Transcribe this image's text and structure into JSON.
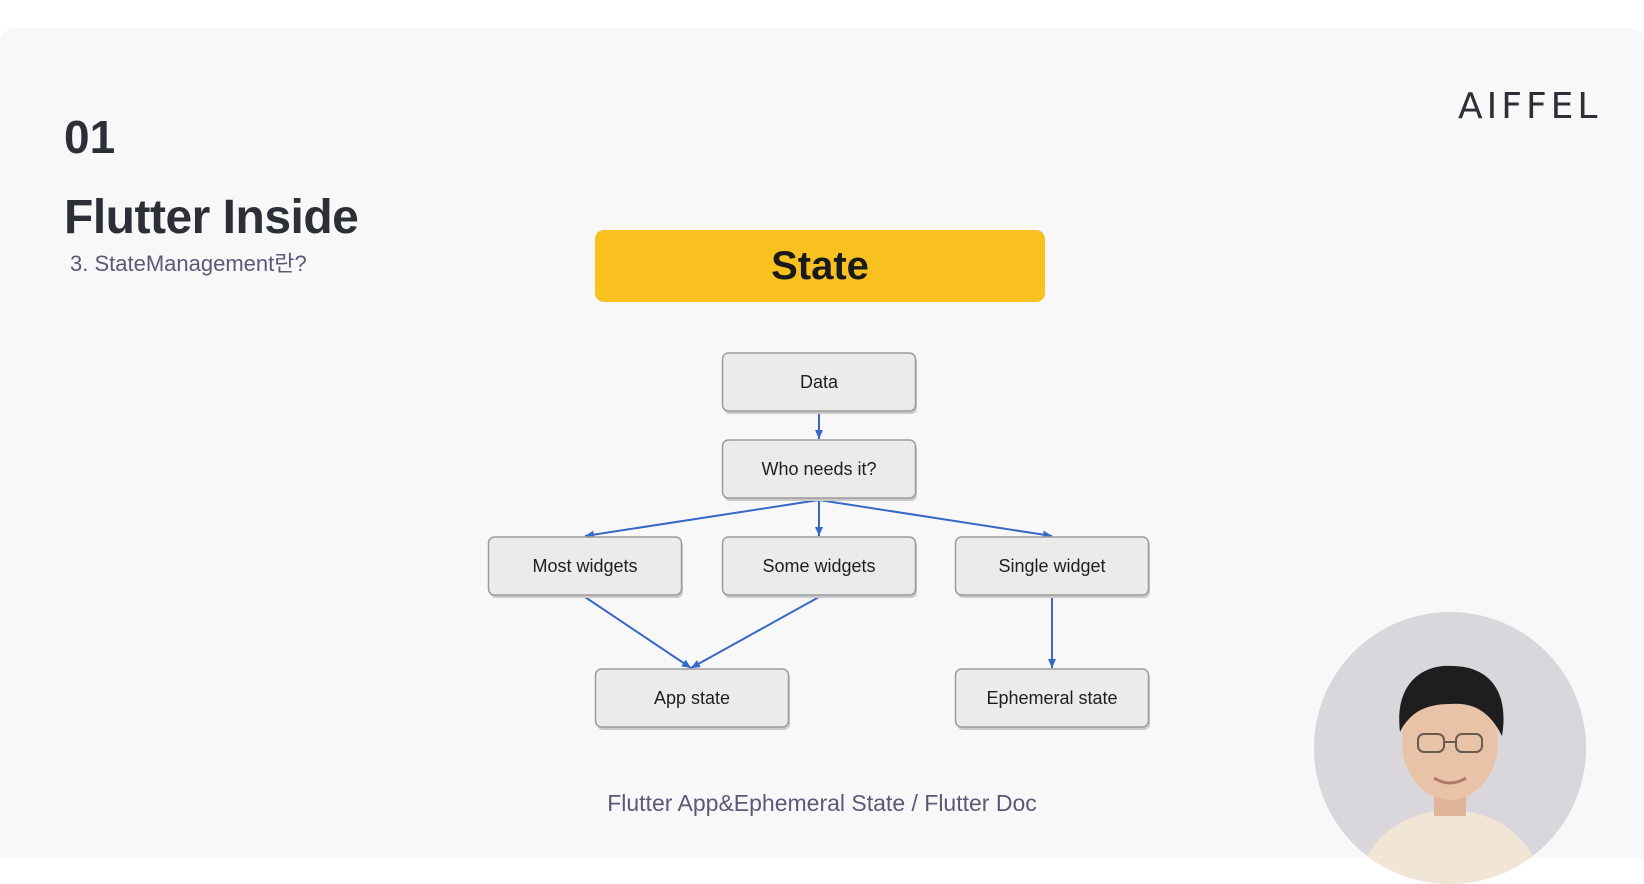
{
  "slide": {
    "section_number": "01",
    "title": "Flutter Inside",
    "subtitle": "3. StateManagement란?",
    "logo": "AIFFEL",
    "banner": "State",
    "caption": "Flutter App&Ephemeral State / Flutter Doc"
  },
  "diagram": {
    "nodes": {
      "data": "Data",
      "who": "Who needs it?",
      "most": "Most widgets",
      "some": "Some widgets",
      "single": "Single widget",
      "app": "App state",
      "ephemeral": "Ephemeral state"
    },
    "edges": [
      [
        "data",
        "who"
      ],
      [
        "who",
        "most"
      ],
      [
        "who",
        "some"
      ],
      [
        "who",
        "single"
      ],
      [
        "most",
        "app"
      ],
      [
        "some",
        "app"
      ],
      [
        "single",
        "ephemeral"
      ]
    ]
  },
  "colors": {
    "banner": "#f8c11f",
    "arrow": "#3868c8",
    "node_fill": "#ebebeb"
  },
  "webcam": {
    "icon": "presenter-avatar"
  }
}
